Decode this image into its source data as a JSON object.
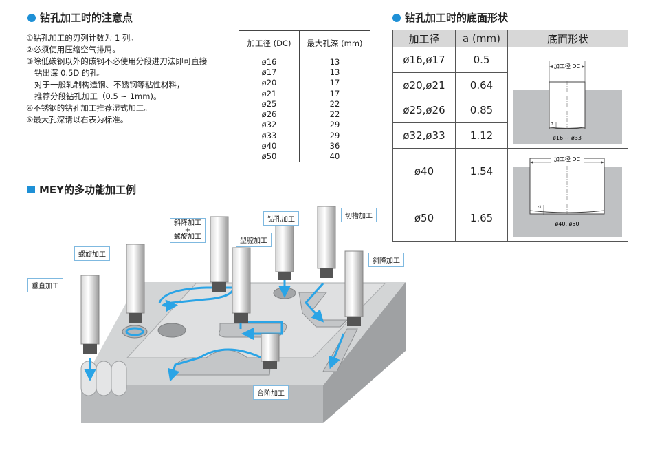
{
  "left_section": {
    "title": "钻孔加工时的注意点",
    "notes": [
      "①钻孔加工的刃列计数为 1 列。",
      "②必须使用压缩空气排屑。",
      "③除低碳钢以外的碳钢不必使用分段进刀法即可直接",
      "钻出深 0.5D 的孔。",
      "对于一般轧制构造钢、不锈钢等粘性材料，",
      "推荐分段钻孔加工（0.5 ~ 1mm)。",
      "④不锈钢的钻孔加工推荐湿式加工。",
      "⑤最大孔深请以右表为标准。"
    ]
  },
  "depth_table": {
    "headers": [
      "加工径 (DC)",
      "最大孔深 (mm)"
    ],
    "rows": [
      [
        "ø16",
        "13"
      ],
      [
        "ø17",
        "13"
      ],
      [
        "ø20",
        "17"
      ],
      [
        "ø21",
        "17"
      ],
      [
        "ø25",
        "22"
      ],
      [
        "ø26",
        "22"
      ],
      [
        "ø32",
        "29"
      ],
      [
        "ø33",
        "29"
      ],
      [
        "ø40",
        "36"
      ],
      [
        "ø50",
        "40"
      ]
    ]
  },
  "right_section": {
    "title": "钻孔加工时的底面形状",
    "headers": [
      "加工径",
      "a (mm)",
      "底面形状"
    ],
    "rows": [
      [
        "ø16,ø17",
        "0.5"
      ],
      [
        "ø20,ø21",
        "0.64"
      ],
      [
        "ø25,ø26",
        "0.85"
      ],
      [
        "ø32,ø33",
        "1.12"
      ],
      [
        "ø40",
        "1.54"
      ],
      [
        "ø50",
        "1.65"
      ]
    ],
    "diagram1": {
      "top_label": "加工径 DC",
      "a_label": "a",
      "range_label": "ø16 ~ ø33"
    },
    "diagram2": {
      "top_label": "加工径 DC",
      "a_label": "a",
      "range_label": "ø40, ø50"
    }
  },
  "mey_section": {
    "title": "MEY的多功能加工例",
    "callouts": {
      "vertical": "垂直加工",
      "helical": "螺旋加工",
      "ramp_helical_1": "斜降加工",
      "ramp_helical_plus": "+",
      "ramp_helical_2": "螺旋加工",
      "pocket": "型腔加工",
      "drilling": "钻孔加工",
      "slotting": "切槽加工",
      "ramping": "斜降加工",
      "step": "台阶加工"
    }
  },
  "colors": {
    "accent": "#1e90d6",
    "block_top": "#d0d2d3",
    "block_side": "#b0b2b4",
    "arrow": "#2aa4e6"
  }
}
